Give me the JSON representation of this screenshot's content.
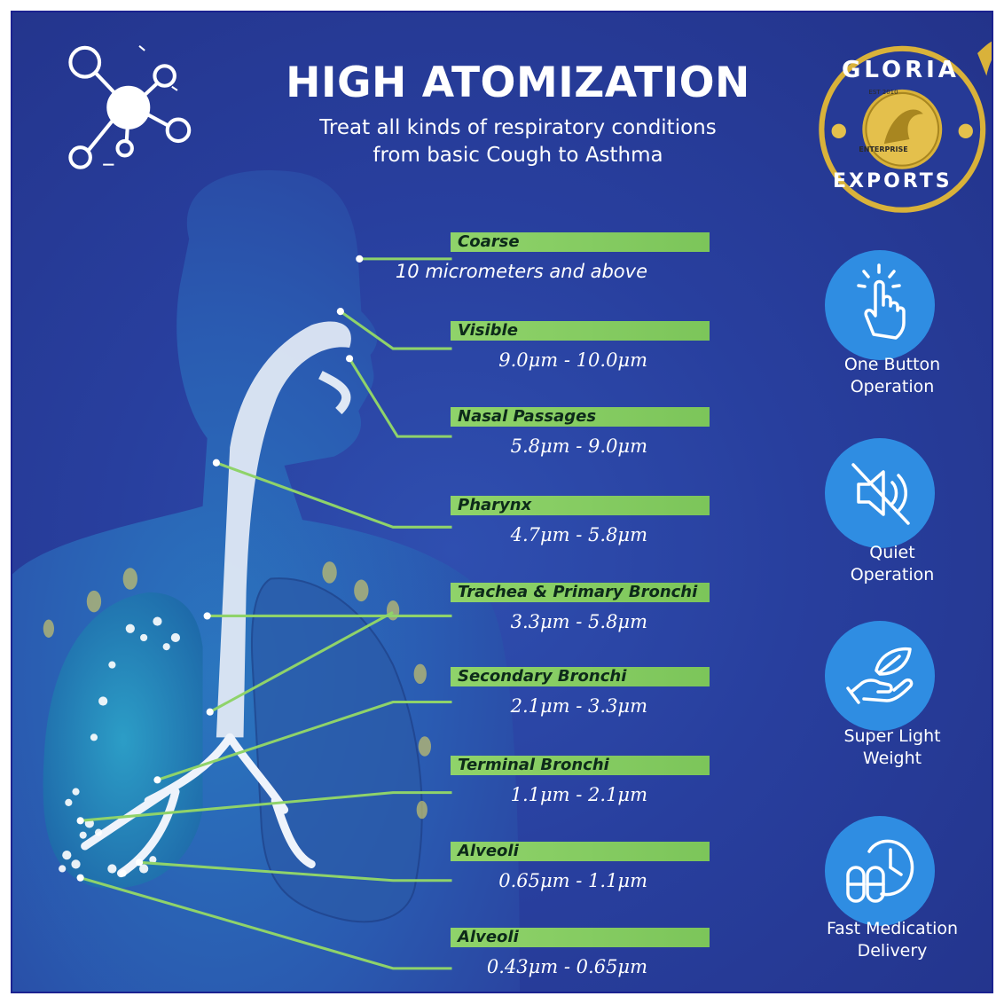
{
  "header": {
    "title": "HIGH ATOMIZATION",
    "subtitle_line1": "Treat all kinds of respiratory conditions",
    "subtitle_line2": "from basic Cough to Asthma"
  },
  "logo": {
    "brand_top": "GLORIA",
    "brand_bottom": "EXPORTS",
    "est": "EST 2010",
    "enterprise": "ENTERPRISE"
  },
  "particle_sizes": [
    {
      "region": "Coarse",
      "range": "10 micrometers and above"
    },
    {
      "region": "Visible",
      "range": "9.0μm - 10.0μm"
    },
    {
      "region": "Nasal Passages",
      "range": "5.8μm - 9.0μm"
    },
    {
      "region": "Pharynx",
      "range": "4.7μm - 5.8μm"
    },
    {
      "region": "Trachea & Primary Bronchi",
      "range": "3.3μm - 5.8μm"
    },
    {
      "region": "Secondary Bronchi",
      "range": "2.1μm - 3.3μm"
    },
    {
      "region": "Terminal Bronchi",
      "range": "1.1μm - 2.1μm"
    },
    {
      "region": "Alveoli",
      "range": "0.65μm - 1.1μm"
    },
    {
      "region": "Alveoli",
      "range": "0.43μm - 0.65μm"
    }
  ],
  "features": [
    {
      "label_line1": "One Button",
      "label_line2": "Operation",
      "icon": "tap-hand-icon"
    },
    {
      "label_line1": "Quiet",
      "label_line2": "Operation",
      "icon": "mute-speaker-icon"
    },
    {
      "label_line1": "Super Light",
      "label_line2": "Weight",
      "icon": "leaf-hand-icon"
    },
    {
      "label_line1": "Fast Medication",
      "label_line2": "Delivery",
      "icon": "clock-capsule-icon"
    }
  ],
  "colors": {
    "background": "#283f9e",
    "label_bar": "#8fd36a",
    "feature_circle": "#2f8de2",
    "logo_gold": "#d9b23a"
  }
}
